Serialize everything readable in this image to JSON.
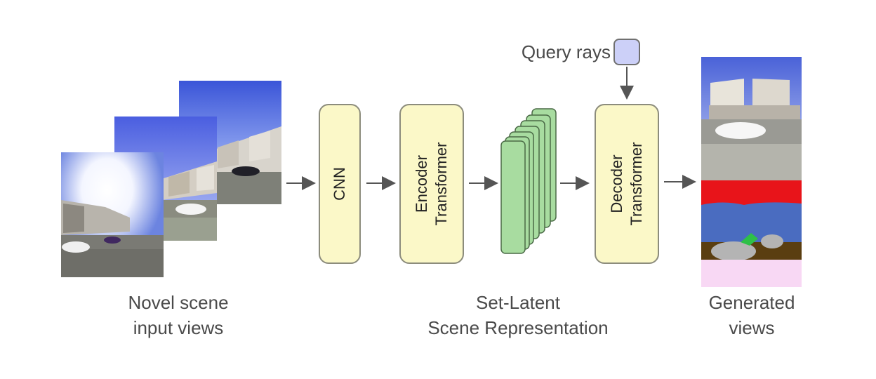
{
  "labels": {
    "input_views_line1": "Novel scene",
    "input_views_line2": "input views",
    "cnn": "CNN",
    "encoder_line1": "Encoder",
    "encoder_line2": "Transformer",
    "decoder_line1": "Decoder",
    "decoder_line2": "Transformer",
    "latent_line1": "Set-Latent",
    "latent_line2": "Scene Representation",
    "generated_line1": "Generated",
    "generated_line2": "views",
    "query_rays": "Query rays"
  },
  "colors": {
    "module_fill": "#fbf8c8",
    "latent_fill": "#a8dca0",
    "query_fill": "#ccd0f8",
    "arrow": "#555555",
    "seg_red": "#e8141a",
    "seg_blue": "#4a6cc0",
    "seg_brown": "#5a3e10",
    "seg_gray": "#b4b4b4",
    "seg_green": "#2ec048",
    "seg_pink": "#f8d8f4"
  }
}
